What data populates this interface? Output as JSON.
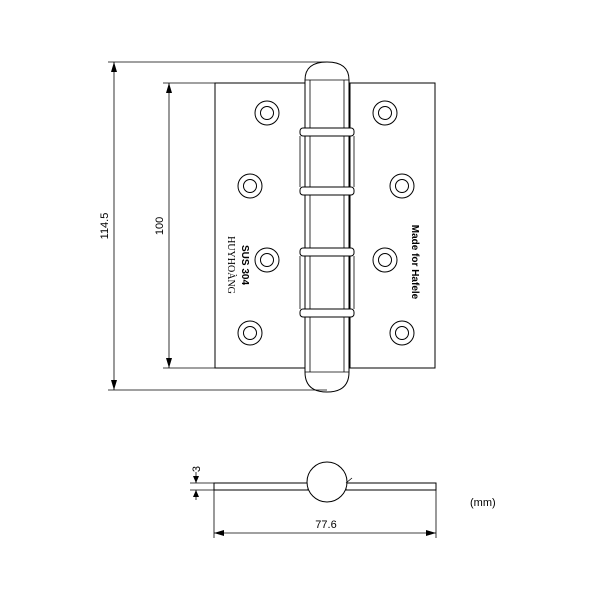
{
  "dimensions": {
    "overall_height": "114.5",
    "plate_height": "100",
    "thickness": "3",
    "open_width": "77.6",
    "unit": "(mm)"
  },
  "left_leaf": {
    "brand": "HUYHOÀNG",
    "material": "SUS 304"
  },
  "right_leaf": {
    "marking": "Made for Hafele"
  }
}
